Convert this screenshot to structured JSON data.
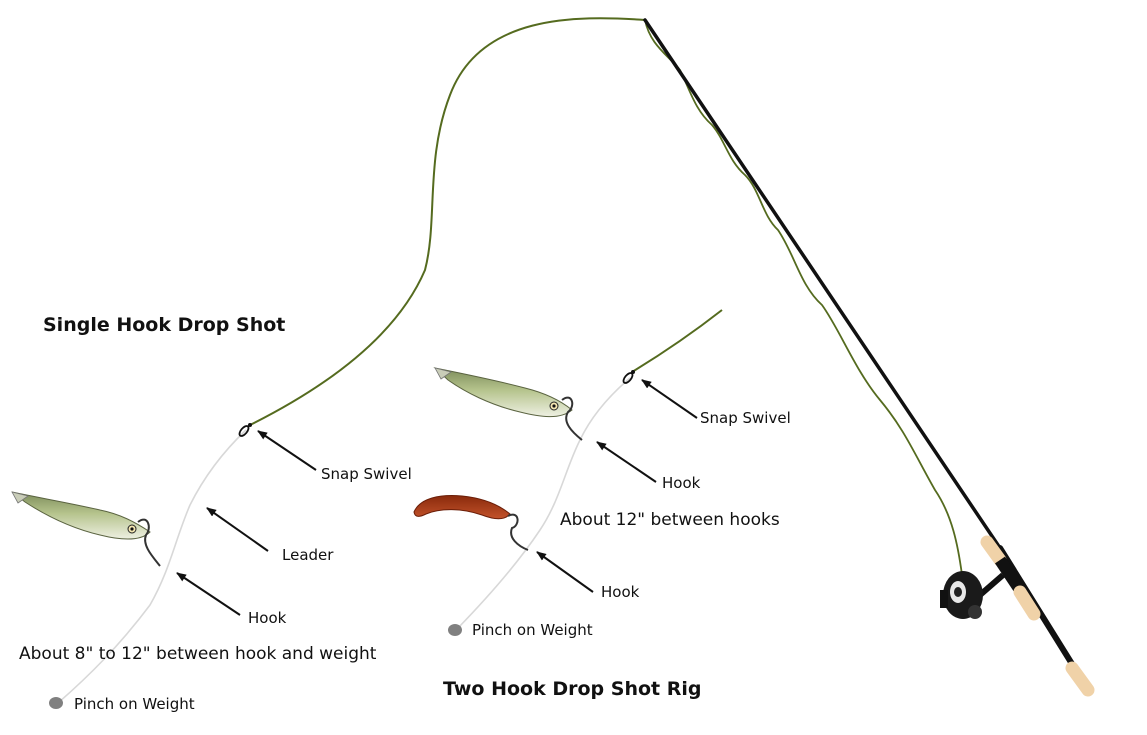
{
  "titles": {
    "single": "Single Hook Drop Shot",
    "two": "Two Hook Drop Shot Rig"
  },
  "single_rig": {
    "snap_swivel": "Snap Swivel",
    "leader": "Leader",
    "hook": "Hook",
    "spacing": "About 8\" to 12\" between hook and weight",
    "weight": "Pinch on Weight"
  },
  "two_rig": {
    "snap_swivel": "Snap Swivel",
    "hook_upper": "Hook",
    "spacing": "About 12\" between hooks",
    "hook_lower": "Hook",
    "weight": "Pinch on Weight"
  },
  "colors": {
    "main_line": "#556b1f",
    "leader": "#d8d8d8",
    "rod": "#111111",
    "cork": "#f0d2a8",
    "worm": "#a13a14",
    "weight": "#808080"
  },
  "icons": [
    "fishing-rod-icon",
    "spinning-reel-icon",
    "minnow-lure-icon",
    "worm-lure-icon",
    "snap-swivel-icon",
    "weight-icon"
  ]
}
